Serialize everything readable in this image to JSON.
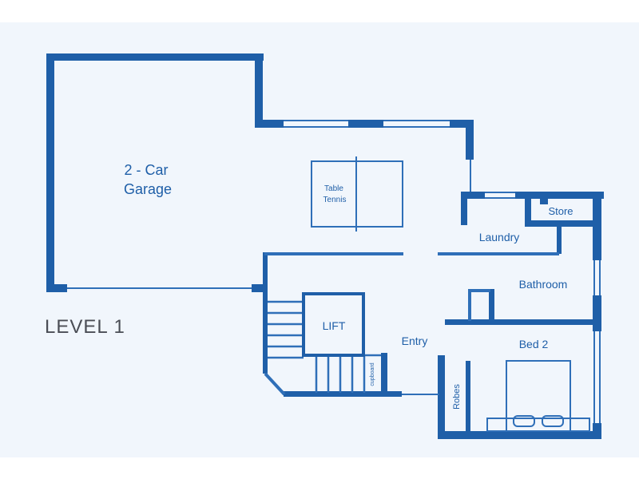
{
  "level_title": "LEVEL 1",
  "colors": {
    "paper": "#f1f6fc",
    "wall": "#1f5fa8",
    "line": "#2f6fb8"
  },
  "rooms": {
    "garage_line1": "2 - Car",
    "garage_line2": "Garage",
    "table_tennis_line1": "Table",
    "table_tennis_line2": "Tennis",
    "laundry": "Laundry",
    "store": "Store",
    "bathroom": "Bathroom",
    "lift": "LIFT",
    "entry": "Entry",
    "bed2": "Bed 2",
    "robes": "Robes",
    "cupboard": "cupboard"
  }
}
